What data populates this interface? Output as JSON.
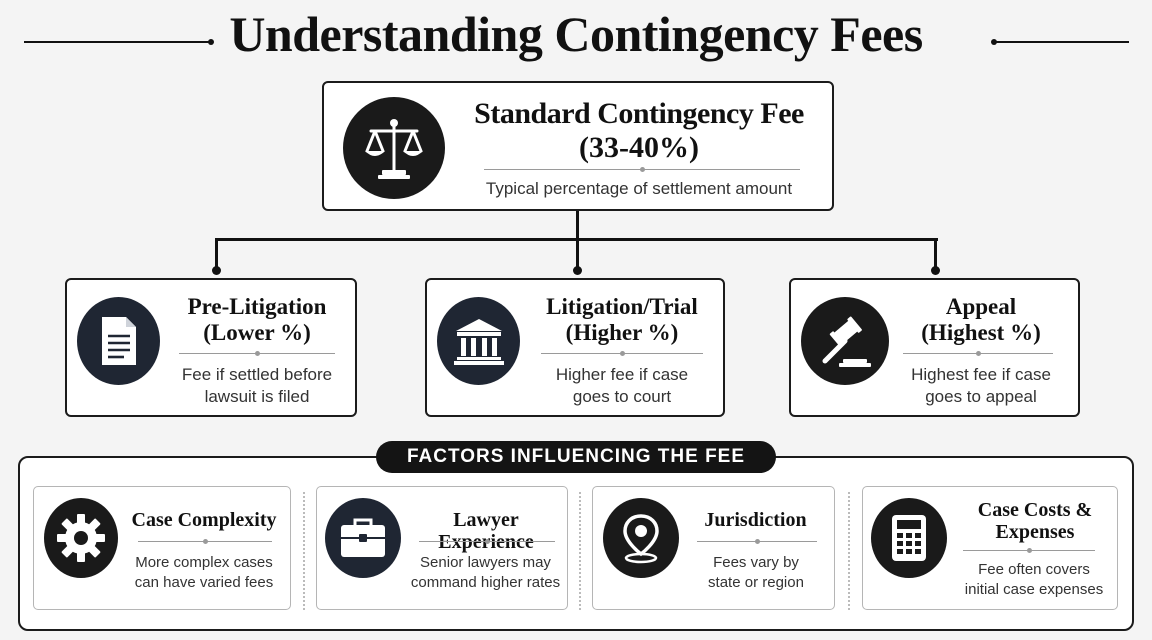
{
  "title": "Understanding Contingency Fees",
  "main_card": {
    "heading_line1": "Standard Contingency Fee",
    "heading_line2": "(33-40%)",
    "description": "Typical percentage of settlement amount",
    "icon": "scales-icon"
  },
  "stages": [
    {
      "line1": "Pre-Litigation",
      "line2": "(Lower %)",
      "desc1": "Fee if settled before",
      "desc2": "lawsuit is filed",
      "icon": "document-icon"
    },
    {
      "line1": "Litigation/Trial",
      "line2": "(Higher %)",
      "desc1": "Higher fee if case",
      "desc2": "goes to court",
      "icon": "courthouse-icon"
    },
    {
      "line1": "Appeal",
      "line2": "(Highest %)",
      "desc1": "Highest fee if case",
      "desc2": "goes to appeal",
      "icon": "gavel-icon"
    }
  ],
  "factors_title": "FACTORS INFLUENCING THE FEE",
  "factors": [
    {
      "line1": "Case Complexity",
      "line2": "",
      "desc1": "More complex cases",
      "desc2": "can have varied fees",
      "icon": "gear-icon"
    },
    {
      "line1": "Lawyer Experience",
      "line2": "",
      "desc1": "Senior lawyers may",
      "desc2": "command higher rates",
      "icon": "briefcase-icon"
    },
    {
      "line1": "Jurisdiction",
      "line2": "",
      "desc1": "Fees vary by",
      "desc2": "state or region",
      "icon": "location-pin-icon"
    },
    {
      "line1": "Case Costs &",
      "line2": "Expenses",
      "desc1": "Fee often covers",
      "desc2": "initial case expenses",
      "icon": "calculator-icon"
    }
  ],
  "colors": {
    "dark": "#1a1a1a",
    "navy": "#1f2633",
    "background": "#f4f4f4"
  }
}
